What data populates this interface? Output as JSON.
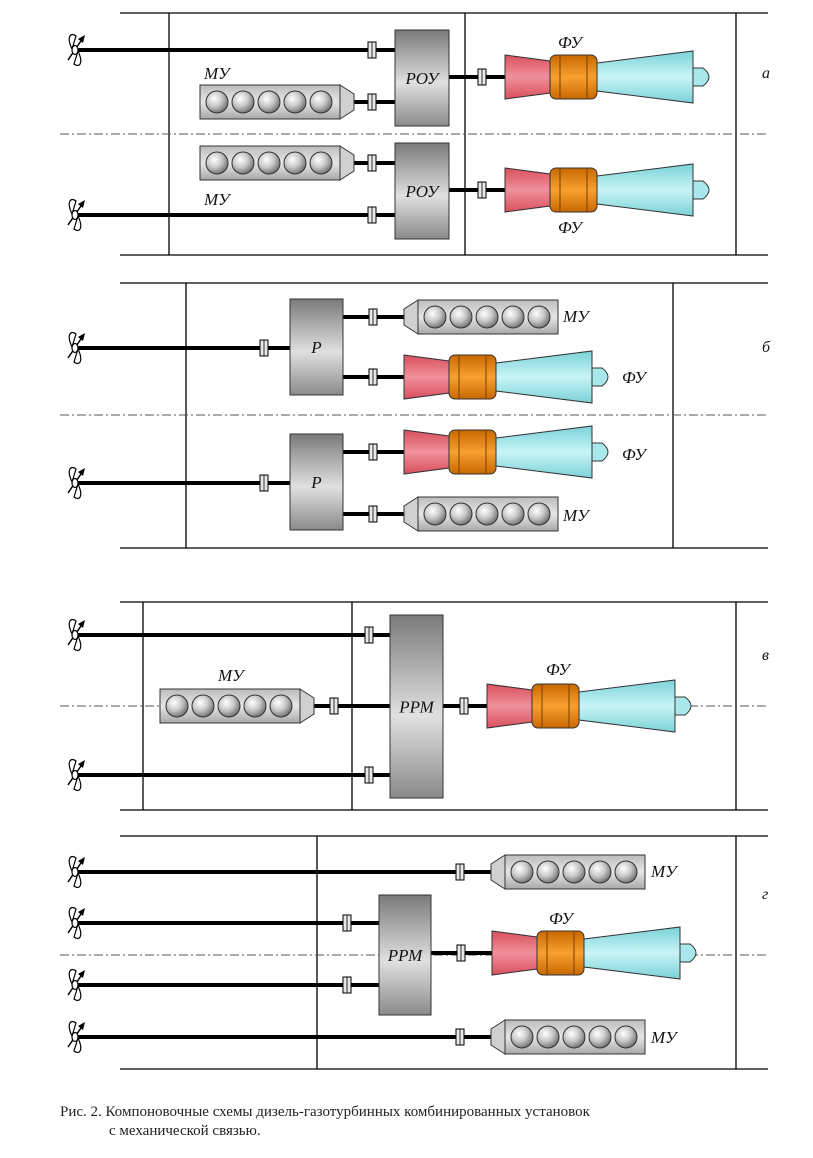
{
  "labels": {
    "engine": "МУ",
    "turbine": "ФУ",
    "gearbox_rou": "РОУ",
    "gearbox_r": "Р",
    "gearbox_rrm": "РРМ"
  },
  "variants": {
    "a": "а",
    "b": "б",
    "v": "в",
    "g": "г"
  },
  "caption": {
    "line1": "Рис. 2. Компоновочные схемы дизель-газотурбинных комбинированных установок",
    "line2": "с механической связью."
  },
  "colors": {
    "compressor": "#e8707a",
    "combustor": "#f08a10",
    "turbine": "#9fe4e8",
    "engine_body": "#d4d4d4",
    "gearbox": "#909090",
    "shaft": "#000000"
  }
}
